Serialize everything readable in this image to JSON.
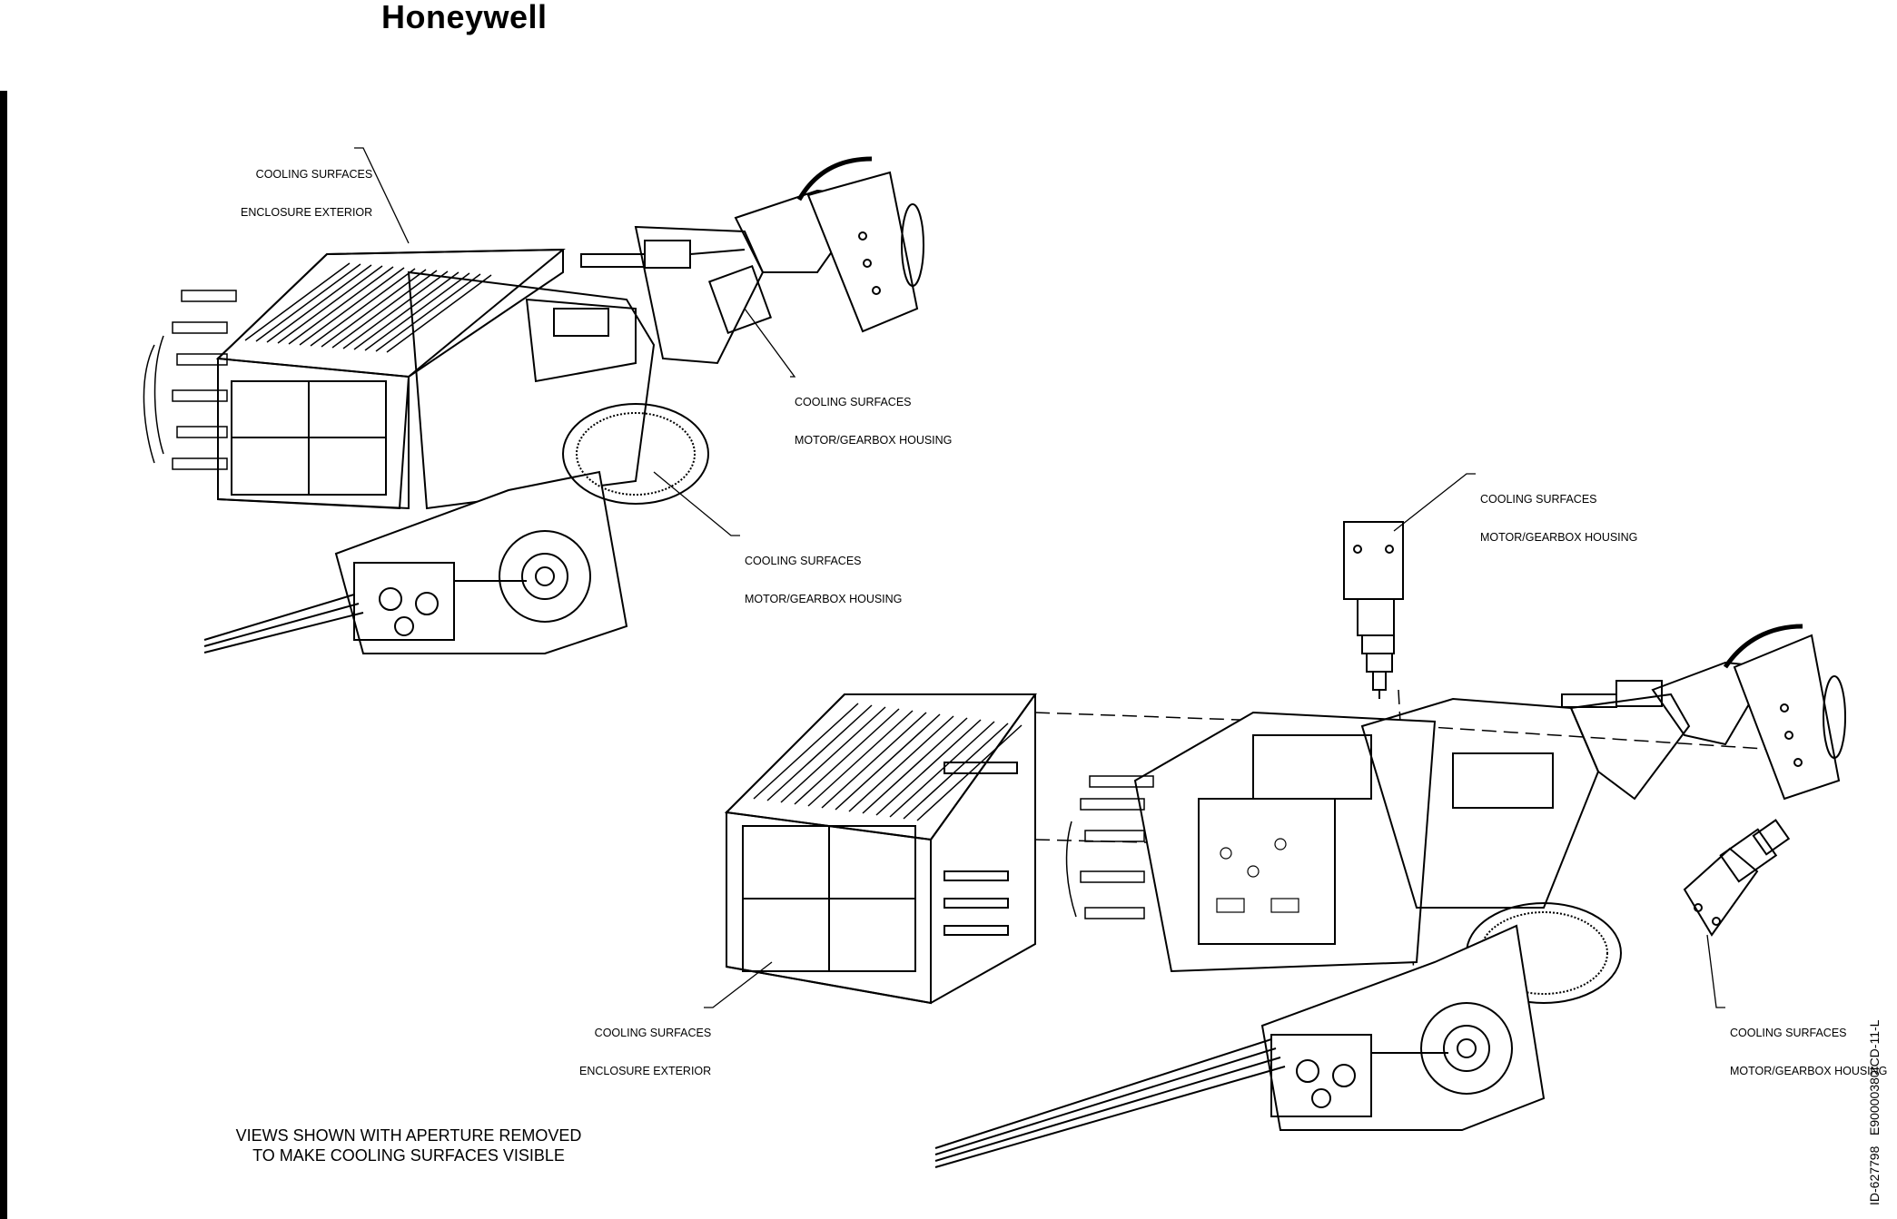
{
  "header": {
    "logo_text": "Honeywell"
  },
  "callouts": [
    {
      "id": "c1",
      "line1": "COOLING SURFACES",
      "line2": "ENCLOSURE EXTERIOR"
    },
    {
      "id": "c2",
      "line1": "COOLING SURFACES",
      "line2": "MOTOR/GEARBOX HOUSING"
    },
    {
      "id": "c3",
      "line1": "COOLING SURFACES",
      "line2": "MOTOR/GEARBOX HOUSING"
    },
    {
      "id": "c4",
      "line1": "COOLING SURFACES",
      "line2": "MOTOR/GEARBOX HOUSING"
    },
    {
      "id": "c5",
      "line1": "COOLING SURFACES",
      "line2": "ENCLOSURE EXTERIOR"
    },
    {
      "id": "c6",
      "line1": "COOLING SURFACES",
      "line2": "MOTOR/GEARBOX HOUSING"
    }
  ],
  "note": {
    "line1": "VIEWS SHOWN WITH APERTURE REMOVED",
    "line2": "TO MAKE COOLING SURFACES VISIBLE"
  },
  "document_id": "ID-627798   E90000380ICD-11-L"
}
